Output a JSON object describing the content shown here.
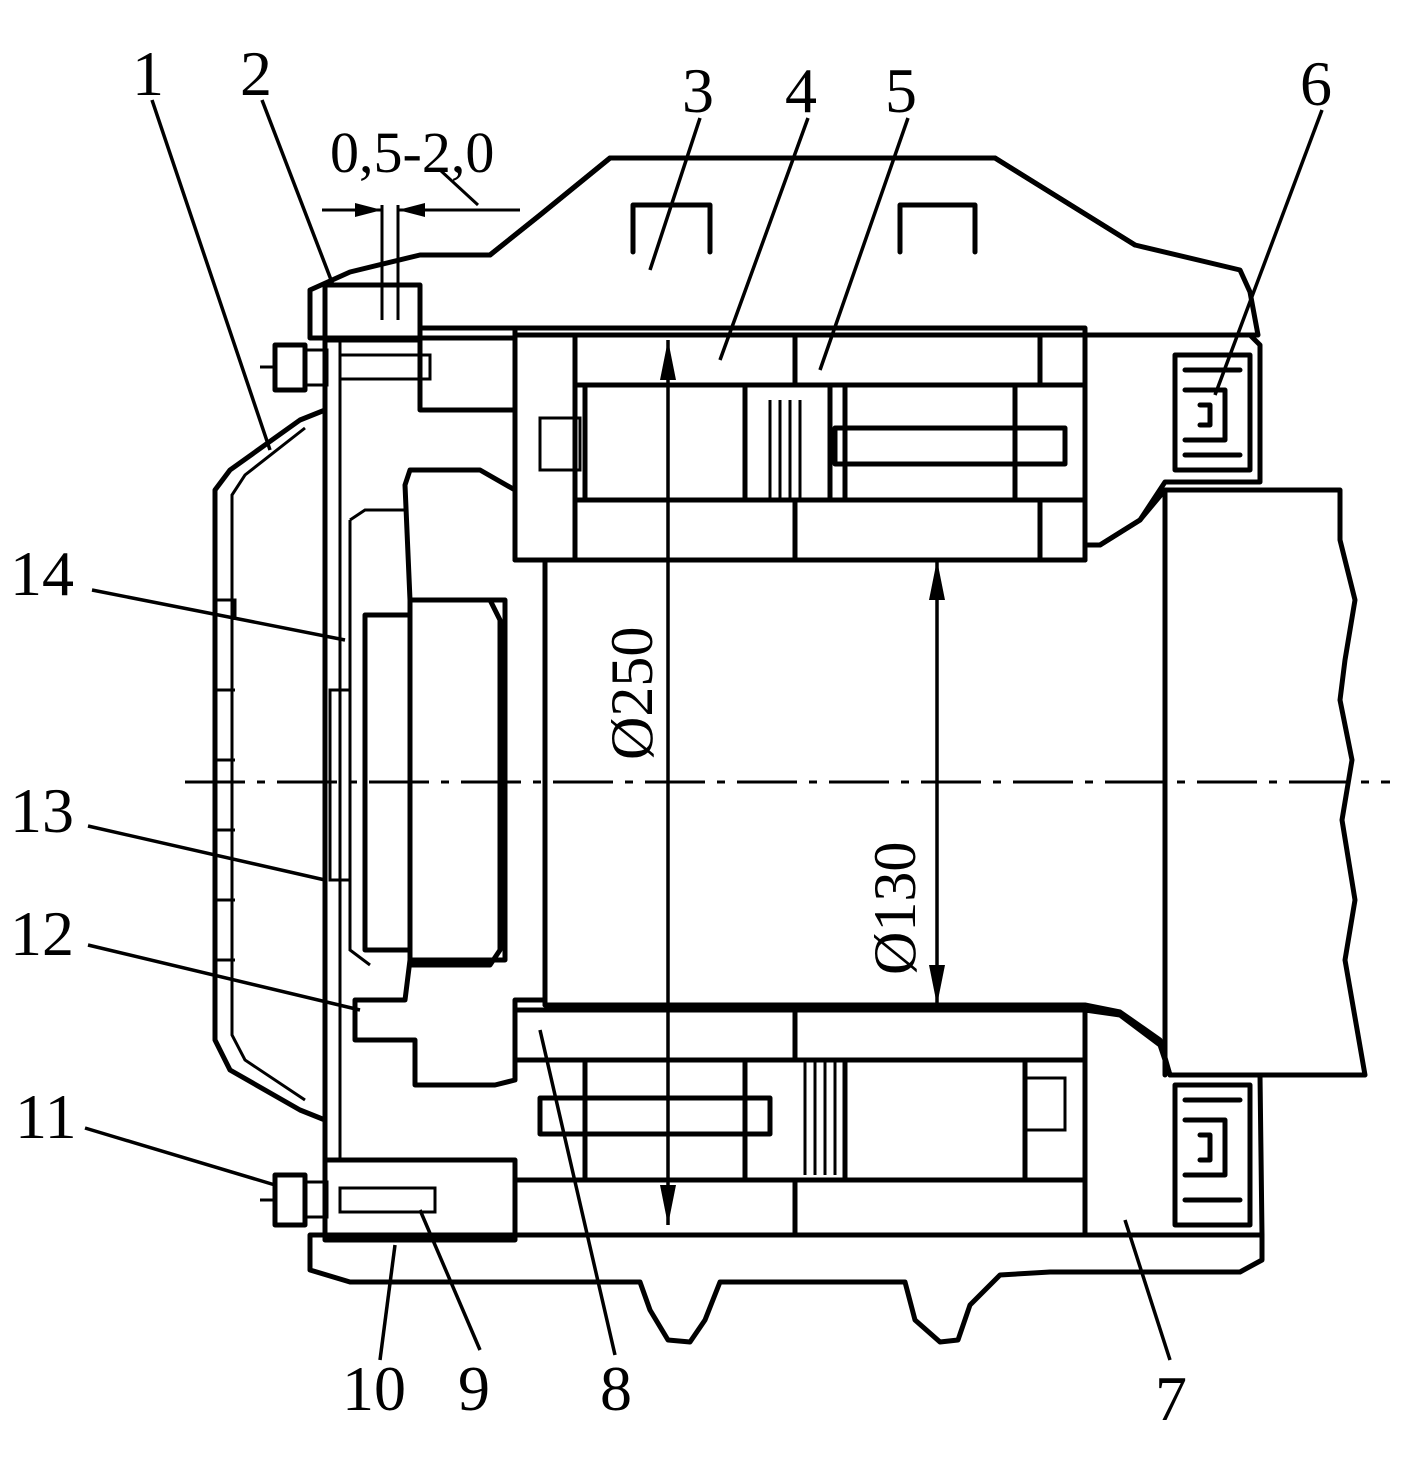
{
  "part_labels": [
    "1",
    "2",
    "3",
    "4",
    "5",
    "6",
    "7",
    "8",
    "9",
    "10",
    "11",
    "12",
    "13",
    "14"
  ],
  "dimensions": {
    "gap": "0,5-2,0",
    "outer_diameter": "Ø250",
    "inner_diameter": "Ø130"
  }
}
